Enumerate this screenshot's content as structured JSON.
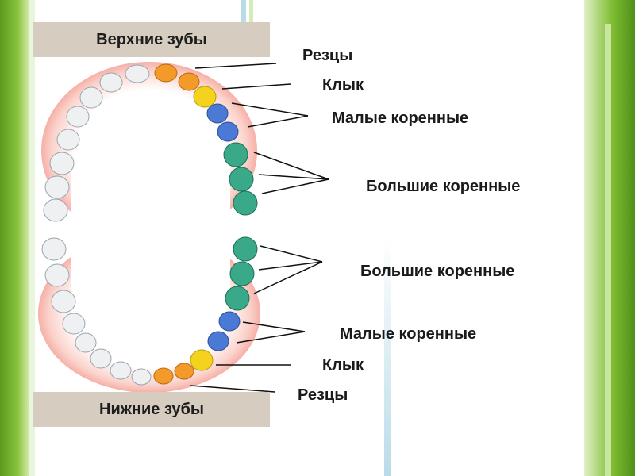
{
  "jaw_labels": {
    "upper": "Верхние зубы",
    "lower": "Нижние зубы"
  },
  "callouts": {
    "upper_incisors": "Резцы",
    "upper_canine": "Клык",
    "upper_premolars": "Малые коренные",
    "upper_molars": "Большие коренные",
    "lower_molars": "Большие коренные",
    "lower_premolars": "Малые коренные",
    "lower_canine": "Клык",
    "lower_incisors": "Резцы"
  },
  "colors": {
    "incisor": "#f39a2a",
    "canine": "#f5d21e",
    "premolar": "#4a79d6",
    "molar": "#39a98a",
    "other": "#eef0f2",
    "gum": "#f3a7a0",
    "label_box": "#d6ccbf",
    "background_accent": "#7fbd33"
  }
}
